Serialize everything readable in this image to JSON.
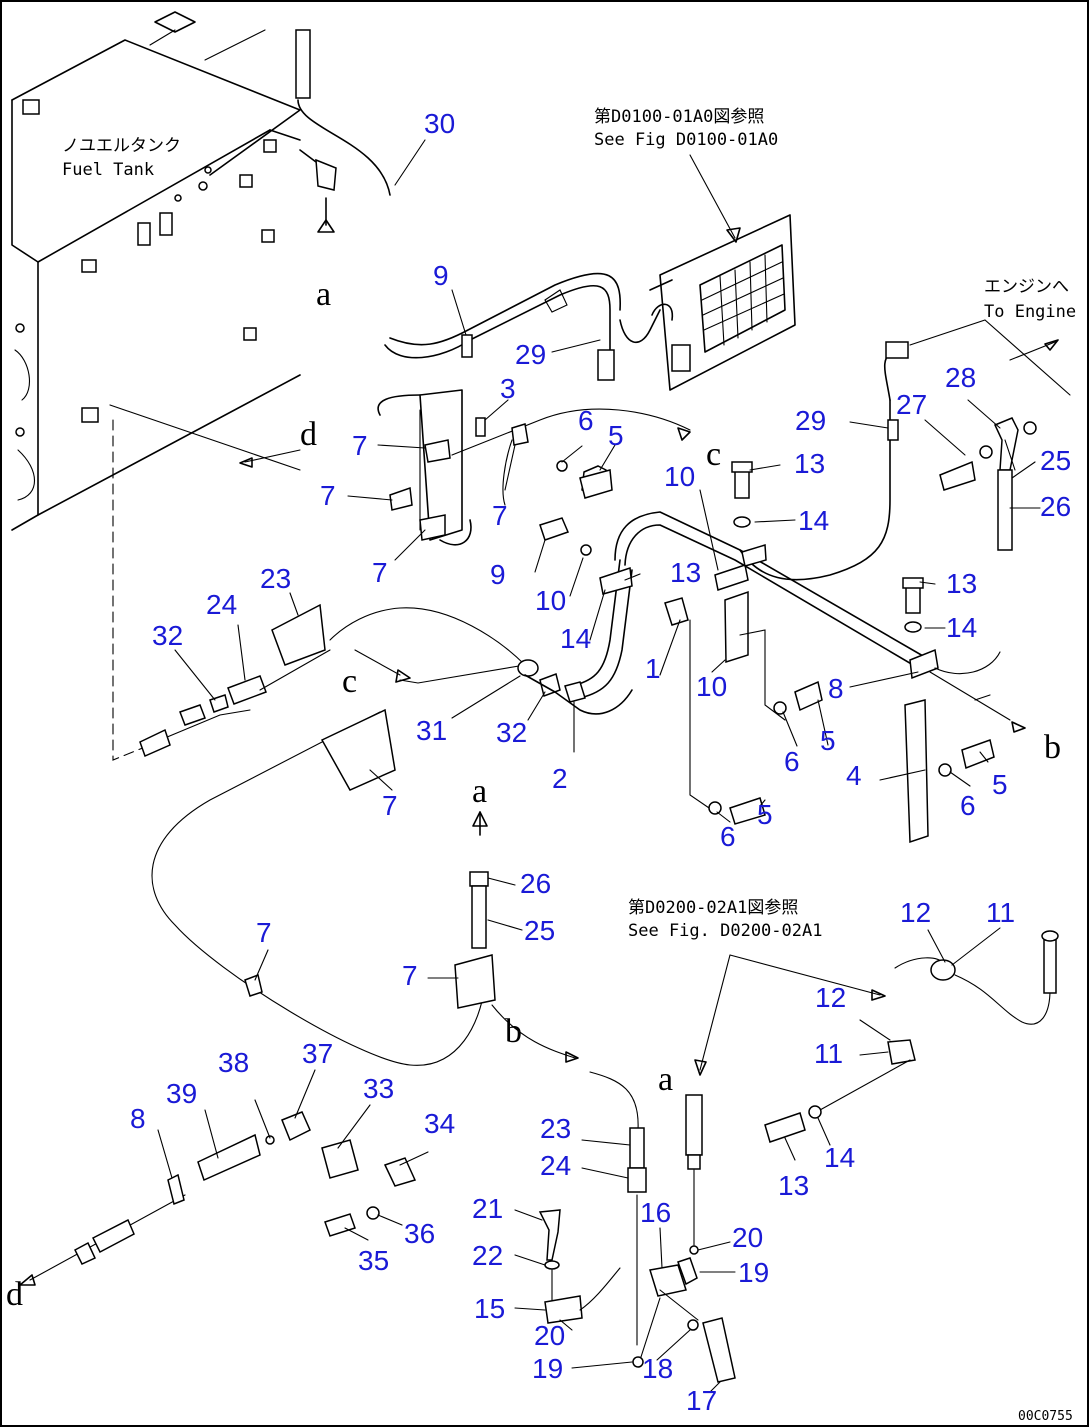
{
  "notes": {
    "fuel_tank_jp": "ノユエルタンク",
    "fuel_tank_en": "Fuel Tank",
    "see_fig_top_jp": "第D0100-01A0図参照",
    "see_fig_top_en": "See Fig D0100-01A0",
    "to_engine_jp": "エンジンへ",
    "to_engine_en": "To Engine",
    "see_fig_bottom_jp": "第D0200-02A1図参照",
    "see_fig_bottom_en": "See Fig. D0200-02A1"
  },
  "drawing_code": "00C0755",
  "connector_letters": [
    "a",
    "a",
    "a",
    "b",
    "b",
    "c",
    "c",
    "d",
    "d"
  ],
  "callouts": [
    "30",
    "9",
    "29",
    "3",
    "6",
    "5",
    "7",
    "7",
    "7",
    "7",
    "10",
    "13",
    "14",
    "29",
    "27",
    "28",
    "25",
    "26",
    "13",
    "14",
    "9",
    "10",
    "13",
    "14",
    "8",
    "23",
    "24",
    "32",
    "31",
    "32",
    "2",
    "1",
    "10",
    "5",
    "6",
    "4",
    "6",
    "5",
    "6",
    "5",
    "7",
    "26",
    "25",
    "7",
    "7",
    "12",
    "11",
    "12",
    "11",
    "13",
    "14",
    "8",
    "39",
    "38",
    "37",
    "33",
    "34",
    "35",
    "36",
    "23",
    "24",
    "21",
    "22",
    "15",
    "20",
    "19",
    "16",
    "20",
    "19",
    "18",
    "17"
  ]
}
